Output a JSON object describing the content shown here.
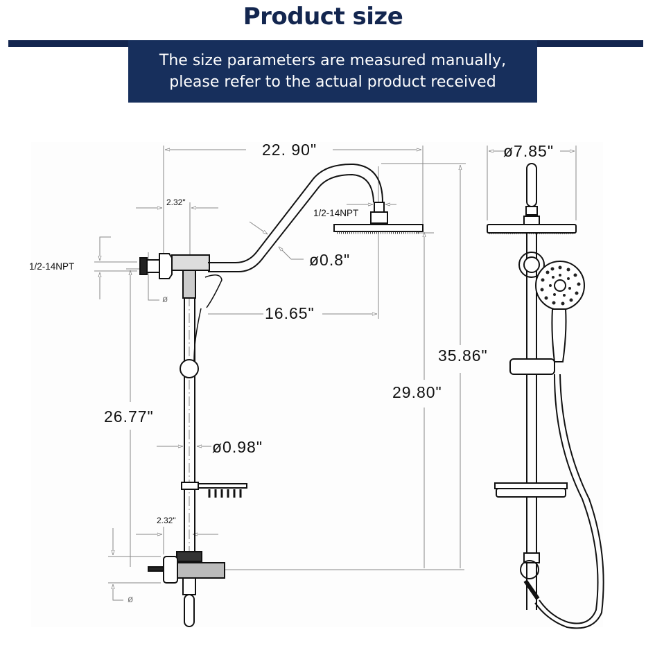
{
  "header": {
    "title": "Product size",
    "notice_line1": "The size parameters are measured manually,",
    "notice_line2": "please refer to the actual product received",
    "colors": {
      "title": "#13264f",
      "band": "#13264f",
      "notice_bg": "#172f5c",
      "notice_text": "#ffffff"
    }
  },
  "diagram": {
    "subject": "shower-system-dimension-drawing",
    "views": [
      "side-view",
      "front-view"
    ],
    "dimensions": {
      "overall_width": "22. 90\"",
      "arm_offset": "16.65\"",
      "arm_diameter": "ø0.8\"",
      "head_thread": "1/2-14NPT",
      "top_fitting_width": "2.32\"",
      "inlet_thread": "1/2-14NPT",
      "top_pipe_symbol": "ø",
      "riser_length": "26.77\"",
      "riser_diameter": "ø0.98\"",
      "bottom_fitting_width": "2.32\"",
      "bottom_pipe_symbol": "ø",
      "head_height_to_outlet": "29.80\"",
      "overall_height": "35.86\"",
      "rain_head_diameter": "ø7.85\""
    }
  }
}
